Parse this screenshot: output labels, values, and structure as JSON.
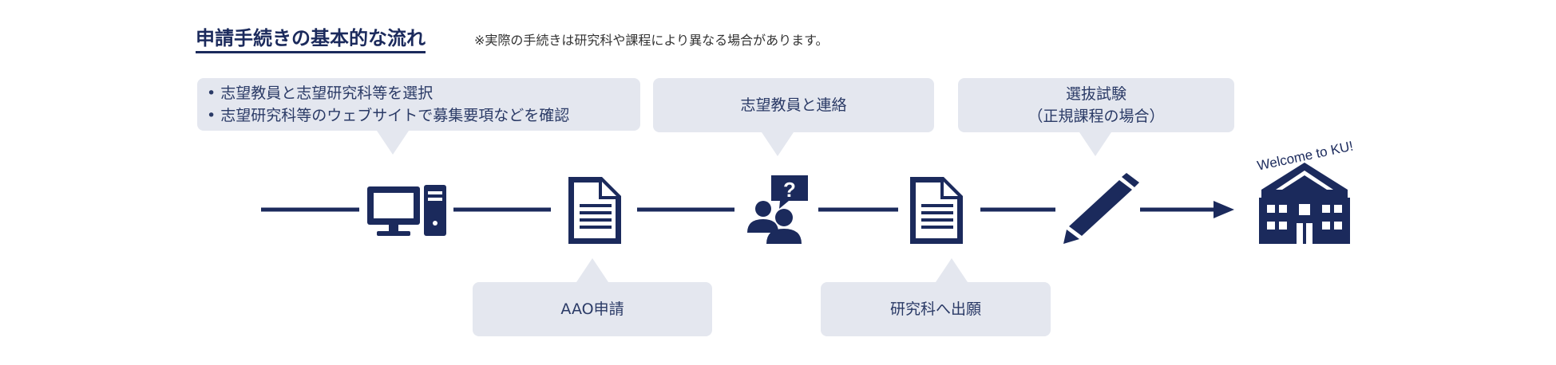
{
  "header": {
    "title": "申請手続きの基本的な流れ",
    "note": "※実際の手続きは研究科や課程により異なる場合があります。"
  },
  "steps": {
    "step1": {
      "items": [
        "志望教員と志望研究科等を選択",
        "志望研究科等のウェブサイトで募集要項などを確認"
      ]
    },
    "step2": {
      "label": "AAO申請"
    },
    "step3": {
      "label": "志望教員と連絡"
    },
    "step4": {
      "label": "研究科へ出願"
    },
    "step5": {
      "line1": "選抜試験",
      "line2": "（正規課程の場合）"
    }
  },
  "goal": {
    "label": "Welcome to KU!"
  },
  "colors": {
    "navy": "#1b2a5c",
    "bubble": "#e4e7ef"
  }
}
